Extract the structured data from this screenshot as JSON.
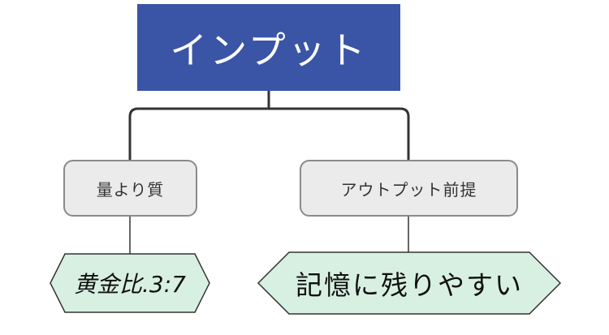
{
  "diagram": {
    "root": {
      "label": "インプット",
      "color": "#3A55A6",
      "text_color": "#FFFFFF"
    },
    "topics": [
      {
        "label": "量より質",
        "fill": "#EBEBEB",
        "border": "#8A8A8A"
      },
      {
        "label": "アウトプット前提",
        "fill": "#EBEBEB",
        "border": "#8A8A8A"
      }
    ],
    "leaves": [
      {
        "label": "黄金比.3:7",
        "parent": "量より質",
        "fill": "#D8F0E2",
        "border": "#333333"
      },
      {
        "label": "記憶に残りやすい",
        "parent": "アウトプット前提",
        "fill": "#D8F0E2",
        "border": "#333333"
      }
    ],
    "connector_color": "#333333"
  }
}
